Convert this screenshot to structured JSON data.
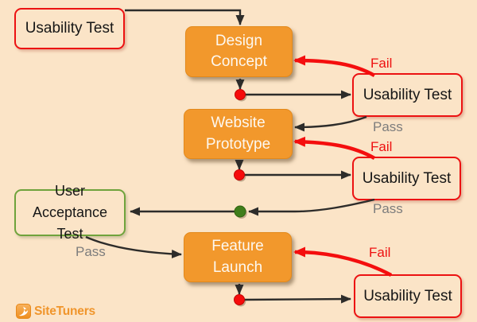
{
  "nodes": {
    "usability_test_start": {
      "label": "Usability Test"
    },
    "design_concept": {
      "label": "Design\nConcept"
    },
    "usability_test_1": {
      "label": "Usability Test"
    },
    "website_prototype": {
      "label": "Website\nPrototype"
    },
    "usability_test_2": {
      "label": "Usability Test"
    },
    "user_acceptance_test": {
      "label": "User Acceptance\nTest"
    },
    "feature_launch": {
      "label": "Feature\nLaunch"
    },
    "usability_test_3": {
      "label": "Usability Test"
    }
  },
  "edge_labels": {
    "fail_design": "Fail",
    "pass_design": "Pass",
    "fail_prototype": "Fail",
    "pass_prototype": "Pass",
    "pass_uat": "Pass",
    "fail_launch": "Fail"
  },
  "logo": {
    "text": "SiteTuners"
  },
  "colors": {
    "background": "#FBE4C7",
    "process_fill": "#F2982C",
    "process_border": "#E3891B",
    "test_border": "#EC1212",
    "uat_border": "#6FA33C",
    "fail_arrow": "#F40E0E",
    "flow_line": "#2D2C2A",
    "pass_label": "#7D7D7D",
    "fail_label": "#EE1010",
    "red_dot": "#F60B0B",
    "green_dot": "#3F7D1B",
    "logo_orange": "#F0952B"
  }
}
